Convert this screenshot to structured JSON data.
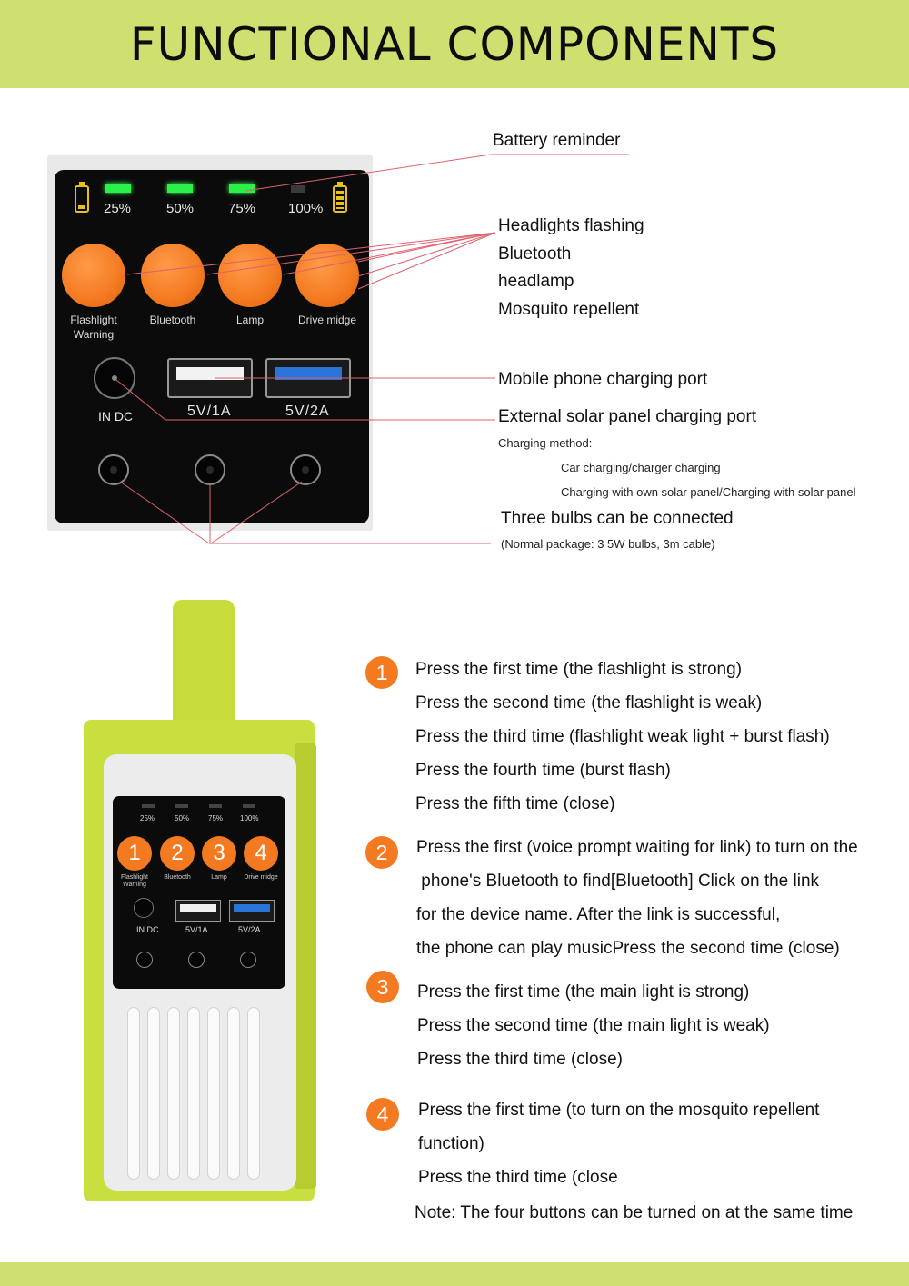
{
  "header": {
    "title": "FUNCTIONAL COMPONENTS"
  },
  "panel": {
    "levels": [
      "25%",
      "50%",
      "75%",
      "100%"
    ],
    "buttons": [
      {
        "label_line1": "Flashlight",
        "label_line2": "Warning"
      },
      {
        "label_line1": "Bluetooth",
        "label_line2": ""
      },
      {
        "label_line1": "Lamp",
        "label_line2": ""
      },
      {
        "label_line1": "Drive midge",
        "label_line2": ""
      }
    ],
    "dc_label": "IN DC",
    "usb1_label": "5V/1A",
    "usb2_label": "5V/2A"
  },
  "callouts": {
    "battery": "Battery reminder",
    "buttons": [
      "Headlights flashing",
      "Bluetooth",
      "headlamp",
      "Mosquito repellent"
    ],
    "mobile_port": "Mobile phone charging port",
    "solar_port": "External solar panel charging port",
    "charging_method": "Charging method:",
    "charging_options": [
      "Car charging/charger charging",
      "Charging with own solar panel/Charging with solar panel"
    ],
    "bulbs": "Three bulbs can be connected",
    "bulbs_note": "(Normal package: 3 5W bulbs, 3m cable)"
  },
  "device": {
    "button_numbers": [
      "1",
      "2",
      "3",
      "4"
    ]
  },
  "steps": [
    {
      "number": "1",
      "lines": [
        "Press the first time (the flashlight is strong)",
        "Press the second time (the flashlight is weak)",
        "Press the third time (flashlight weak light + burst flash)",
        "Press the fourth time (burst flash)",
        "Press the fifth time (close)"
      ]
    },
    {
      "number": "2",
      "lines": [
        "Press the first (voice prompt waiting for link) to turn on the",
        " phone's Bluetooth to find[Bluetooth] Click on the link",
        "for the device name. After the link is successful,",
        "the phone can play musicPress the second time (close)"
      ]
    },
    {
      "number": "3",
      "lines": [
        "Press the first time (the main light is strong)",
        "Press the second time (the main light is weak)",
        "Press the third time (close)"
      ]
    },
    {
      "number": "4",
      "lines": [
        "Press the first time (to turn on the mosquito repellent",
        "function)",
        "Press the third time (close"
      ]
    }
  ],
  "note": "Note: The four buttons can be turned on at the same time",
  "colors": {
    "accent_green": "#cfe070",
    "button_orange": "#f47a21",
    "led_green": "#2cf04a",
    "leader_line": "#e0606e"
  }
}
